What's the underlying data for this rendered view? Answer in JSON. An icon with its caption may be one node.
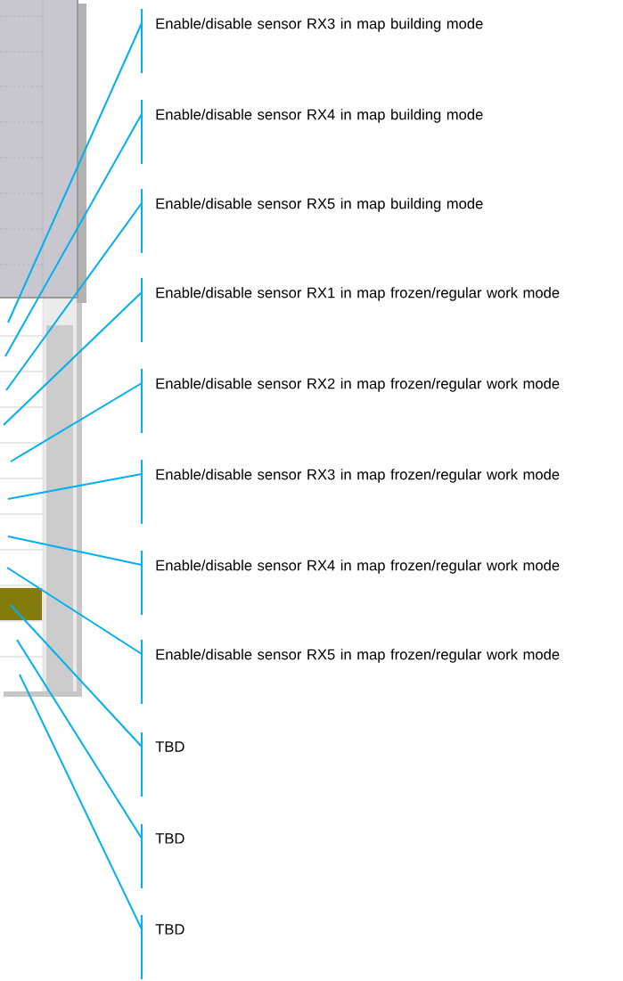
{
  "diagram": {
    "nodes": [
      {
        "text": [
          "Enable/disable sensor RX3 in map building mode"
        ]
      },
      {
        "text": [
          "Enable/disable sensor RX4 in map building mode"
        ]
      },
      {
        "text": [
          "Enable/disable sensor RX5 in map building mode"
        ]
      },
      {
        "text": [
          "Enable/disable sensor RX1 in map frozen/regular work mode"
        ]
      },
      {
        "text": [
          "Enable/disable sensor RX2 in map frozen/regular work mode"
        ]
      },
      {
        "text": [
          "Enable/disable sensor RX3 in map frozen/regular work mode"
        ]
      },
      {
        "text": [
          "Enable/disable sensor RX4 in map frozen/regular work mode"
        ]
      },
      {
        "text": [
          "Enable/disable sensor RX5 in map frozen/regular work mode"
        ]
      },
      {
        "text": [
          "TBD"
        ]
      },
      {
        "text": [
          "TBD"
        ]
      },
      {
        "text": [
          "TBD"
        ]
      }
    ],
    "edges": [
      {
        "from": 0,
        "to": null,
        "arrow": "none"
      },
      {
        "from": 1,
        "to": null,
        "arrow": "none"
      },
      {
        "from": 2,
        "to": null,
        "arrow": "none"
      },
      {
        "from": 3,
        "to": null,
        "arrow": "none"
      },
      {
        "from": 4,
        "to": null,
        "arrow": "none"
      },
      {
        "from": 5,
        "to": null,
        "arrow": "none"
      },
      {
        "from": 6,
        "to": null,
        "arrow": "none"
      },
      {
        "from": 7,
        "to": null,
        "arrow": "none"
      },
      {
        "from": 8,
        "to": null,
        "arrow": "none"
      },
      {
        "from": 9,
        "to": null,
        "arrow": "none"
      },
      {
        "from": 10,
        "to": null,
        "arrow": "none"
      }
    ]
  }
}
